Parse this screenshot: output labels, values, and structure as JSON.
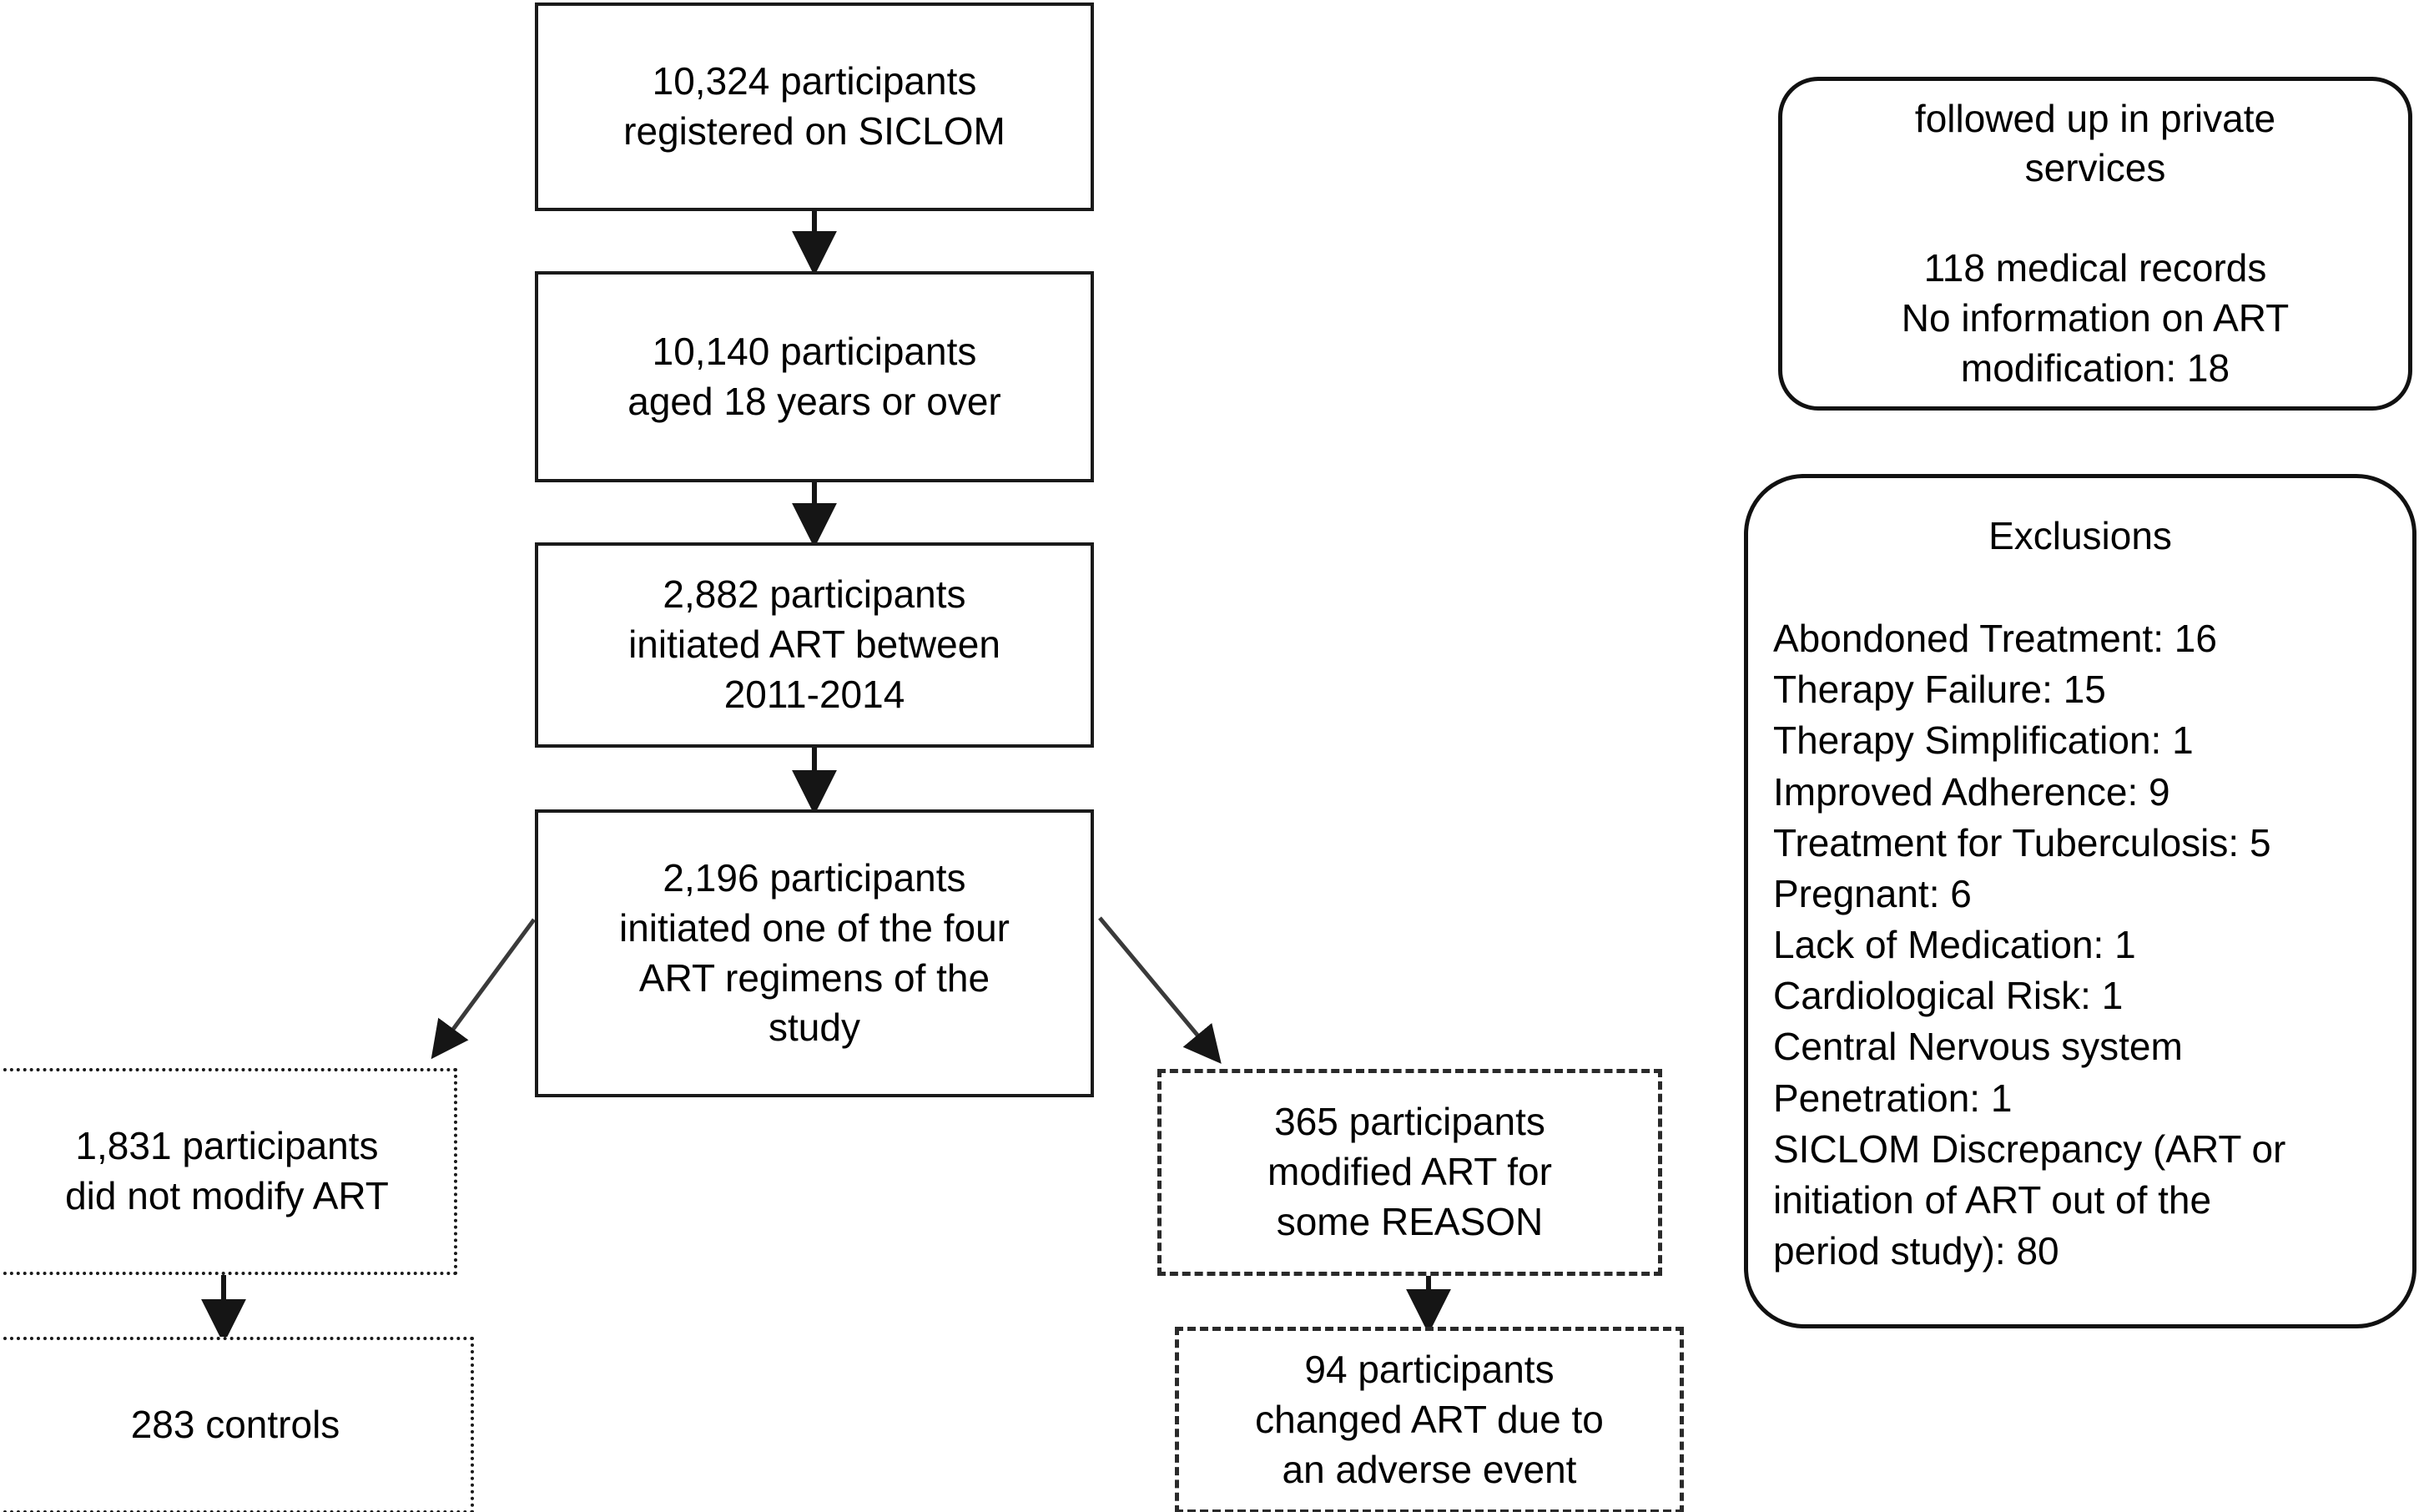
{
  "figure": {
    "type": "participant-flow-diagram",
    "background": "#ffffff",
    "line_color": "#1a1a1a"
  },
  "flow": {
    "box1": {
      "text": "10,324 participants\nregistered on SICLOM",
      "count": "10,324",
      "border": "solid"
    },
    "box2": {
      "text": "10,140 participants\naged 18 years or over",
      "count": "10,140",
      "border": "solid"
    },
    "box3": {
      "text": "2,882 participants\ninitiated ART between\n2011-2014",
      "count": "2,882",
      "border": "solid"
    },
    "box4": {
      "text": "2,196 participants\ninitiated one of the four\nART regimens of the\nstudy",
      "count": "2,196",
      "border": "solid"
    },
    "box_left_1": {
      "text": "1,831 participants\ndid not modify ART",
      "count": "1,831",
      "border": "dotted"
    },
    "box_left_2": {
      "text": "283 controls",
      "count": "283",
      "border": "dotted"
    },
    "box_right_1": {
      "text": "365 participants\nmodified ART for\nsome REASON",
      "count": "365",
      "border": "dashed"
    },
    "box_right_2": {
      "text": "94 participants\nchanged ART due to\nan adverse event",
      "count": "94",
      "border": "dashed"
    }
  },
  "side_panels": {
    "private_services": {
      "text": "followed up in private\nservices\n\n118 medical records\nNo information on ART\nmodification: 18",
      "border": "rounded-solid"
    },
    "exclusions": {
      "title": "Exclusions",
      "items_text": "Abondoned Treatment: 16\nTherapy Failure: 15\nTherapy Simplification: 1\nImproved Adherence: 9\nTreatment for Tuberculosis: 5\nPregnant: 6\nLack of Medication: 1\nCardiological Risk: 1\nCentral Nervous system\nPenetration: 1\nSICLOM Discrepancy (ART or\ninitiation of ART out of the\nperiod study): 80",
      "items": [
        {
          "label": "Abondoned Treatment",
          "value": "16"
        },
        {
          "label": "Therapy Failure",
          "value": "15"
        },
        {
          "label": "Therapy Simplification",
          "value": "1"
        },
        {
          "label": "Improved Adherence",
          "value": "9"
        },
        {
          "label": "Treatment for Tuberculosis",
          "value": "5"
        },
        {
          "label": "Pregnant",
          "value": "6"
        },
        {
          "label": "Lack of Medication",
          "value": "1"
        },
        {
          "label": "Cardiological Risk",
          "value": "1"
        },
        {
          "label": "Central Nervous system Penetration",
          "value": "1"
        },
        {
          "label": "SICLOM Discrepancy (ART or initiation of ART out of the period study)",
          "value": "80"
        }
      ],
      "border": "rounded-solid"
    }
  }
}
